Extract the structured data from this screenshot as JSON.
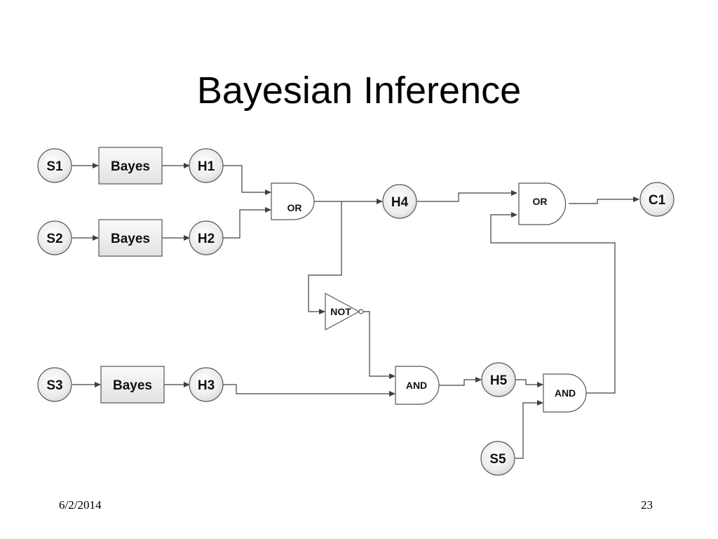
{
  "slide": {
    "title": "Bayesian Inference",
    "date": "6/2/2014",
    "page_number": "23"
  },
  "diagram": {
    "sources": {
      "s1": "S1",
      "s2": "S2",
      "s3": "S3",
      "s5": "S5"
    },
    "bayes": {
      "b1": "Bayes",
      "b2": "Bayes",
      "b3": "Bayes"
    },
    "hypotheses": {
      "h1": "H1",
      "h2": "H2",
      "h3": "H3",
      "h4": "H4",
      "h5": "H5"
    },
    "conclusion": {
      "c1": "C1"
    },
    "gates": {
      "or1": "OR",
      "or2": "OR",
      "not1": "NOT",
      "and1": "AND",
      "and2": "AND"
    }
  }
}
